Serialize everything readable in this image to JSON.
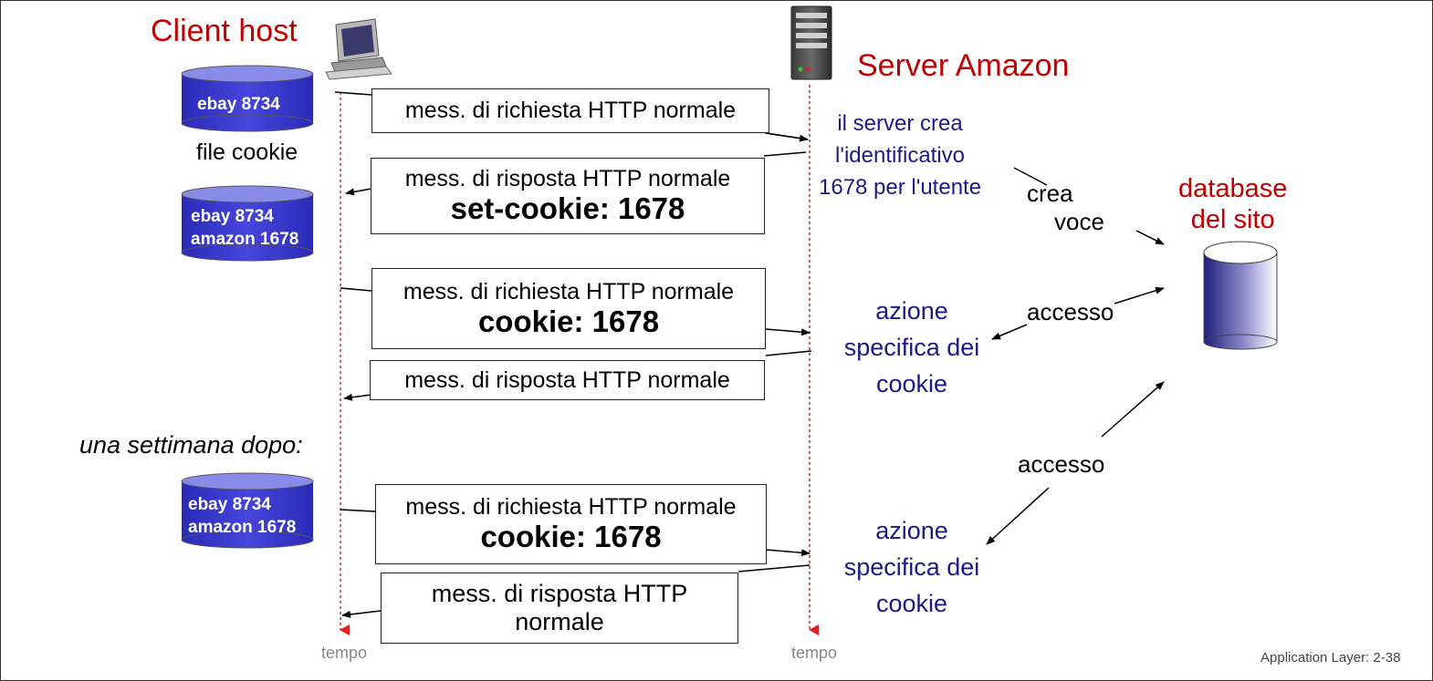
{
  "client": {
    "title": "Client host",
    "file_cookie_label": "file cookie"
  },
  "server": {
    "title": "Server Amazon"
  },
  "database": {
    "label_line1": "database",
    "label_line2": "del sito"
  },
  "cookie_files": [
    {
      "line1": "ebay 8734",
      "line2": ""
    },
    {
      "line1": "ebay 8734",
      "line2": "amazon 1678"
    },
    {
      "line1": "ebay 8734",
      "line2": "amazon 1678"
    }
  ],
  "messages": [
    {
      "line1": "mess. di richiesta HTTP normale",
      "line2": ""
    },
    {
      "line1": "mess. di risposta HTTP normale",
      "line2": "set-cookie: 1678"
    },
    {
      "line1": "mess. di richiesta HTTP normale",
      "line2": "cookie: 1678"
    },
    {
      "line1": "mess. di risposta HTTP normale",
      "line2": ""
    },
    {
      "line1": "mess. di richiesta HTTP normale",
      "line2": "cookie: 1678"
    },
    {
      "line1": "mess. di risposta HTTP",
      "line2": "normale"
    }
  ],
  "server_notes": {
    "create_id": [
      "il server crea",
      "l'identificativo",
      "1678 per l'utente"
    ],
    "action1": [
      "azione",
      "specifica dei",
      "cookie"
    ],
    "action2": [
      "azione",
      "specifica dei",
      "cookie"
    ]
  },
  "db_actions": {
    "create_entry": [
      "crea",
      "voce"
    ],
    "access1": "accesso",
    "access2": "accesso"
  },
  "week_later": "una settimana dopo:",
  "timeline_labels": {
    "client": "tempo",
    "server": "tempo"
  },
  "footer": "Application Layer: 2-38",
  "colors": {
    "title_red": "#c00000",
    "note_blue": "#1a1a8c",
    "cylinder_blue": "#3b3bcc",
    "timeline_red": "#e02020"
  },
  "icons": {
    "client": "desktop-computer-icon",
    "server": "server-tower-icon",
    "database": "database-cylinder-icon"
  }
}
